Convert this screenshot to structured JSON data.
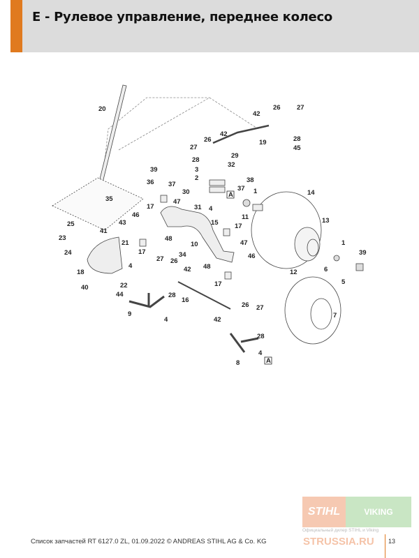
{
  "header": {
    "title": "E - Рулевое управление, переднее колесо"
  },
  "diagram": {
    "labels": [
      "20",
      "42",
      "26",
      "27",
      "42",
      "19",
      "28",
      "45",
      "27",
      "26",
      "29",
      "28",
      "32",
      "3",
      "39",
      "2",
      "38",
      "37",
      "36",
      "37",
      "30",
      "14",
      "1",
      "17",
      "47",
      "31",
      "4",
      "35",
      "46",
      "11",
      "43",
      "15",
      "17",
      "13",
      "25",
      "41",
      "23",
      "21",
      "48",
      "10",
      "47",
      "24",
      "17",
      "34",
      "46",
      "1",
      "6",
      "39",
      "4",
      "27",
      "26",
      "42",
      "48",
      "12",
      "18",
      "5",
      "22",
      "40",
      "17",
      "44",
      "28",
      "16",
      "26",
      "27",
      "7",
      "9",
      "4",
      "42",
      "4",
      "28",
      "8"
    ],
    "ref_marker": "A"
  },
  "footer": {
    "text": "Список запчастей RT 6127.0 ZL, 01.09.2022 © ANDREAS STIHL AG & Co. KG",
    "page": "13",
    "logo_stihl": "STIHL",
    "logo_viking": "VIKING",
    "dealer": "Официальный дилер STIHL и Viking",
    "site": "STRUSSIA.RU"
  },
  "colors": {
    "accent": "#e07a1f",
    "header_bg": "#dcdcdc"
  }
}
